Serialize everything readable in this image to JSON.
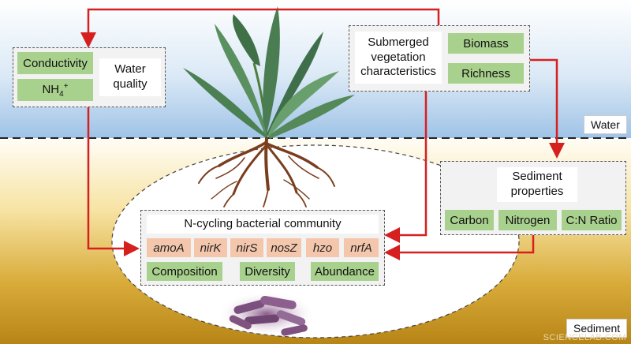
{
  "water_quality": {
    "title_line1": "Water",
    "title_line2": "quality",
    "conductivity": "Conductivity",
    "nh4_base": "NH",
    "nh4_sub": "4",
    "nh4_sup": "+"
  },
  "vegetation": {
    "title_line1": "Submerged",
    "title_line2": "vegetation",
    "title_line3": "characteristics",
    "biomass": "Biomass",
    "richness": "Richness"
  },
  "sediment_props": {
    "title_line1": "Sediment",
    "title_line2": "properties",
    "items": [
      "Carbon",
      "Nitrogen",
      "C:N Ratio"
    ]
  },
  "community": {
    "title": "N-cycling bacterial community",
    "genes": [
      "amoA",
      "nirK",
      "nirS",
      "nosZ",
      "hzo",
      "nrfA"
    ],
    "metrics": [
      "Composition",
      "Diversity",
      "Abundance"
    ]
  },
  "zones": {
    "water": "Water",
    "sediment": "Sediment"
  },
  "colors": {
    "arrow": "#d62020",
    "green_box": "#a9d18e",
    "gene_box": "#f4c7ad"
  },
  "icons": [
    "plant-icon",
    "roots-icon",
    "bacteria-icon"
  ],
  "watermark": "SCIENCELAB.COM"
}
